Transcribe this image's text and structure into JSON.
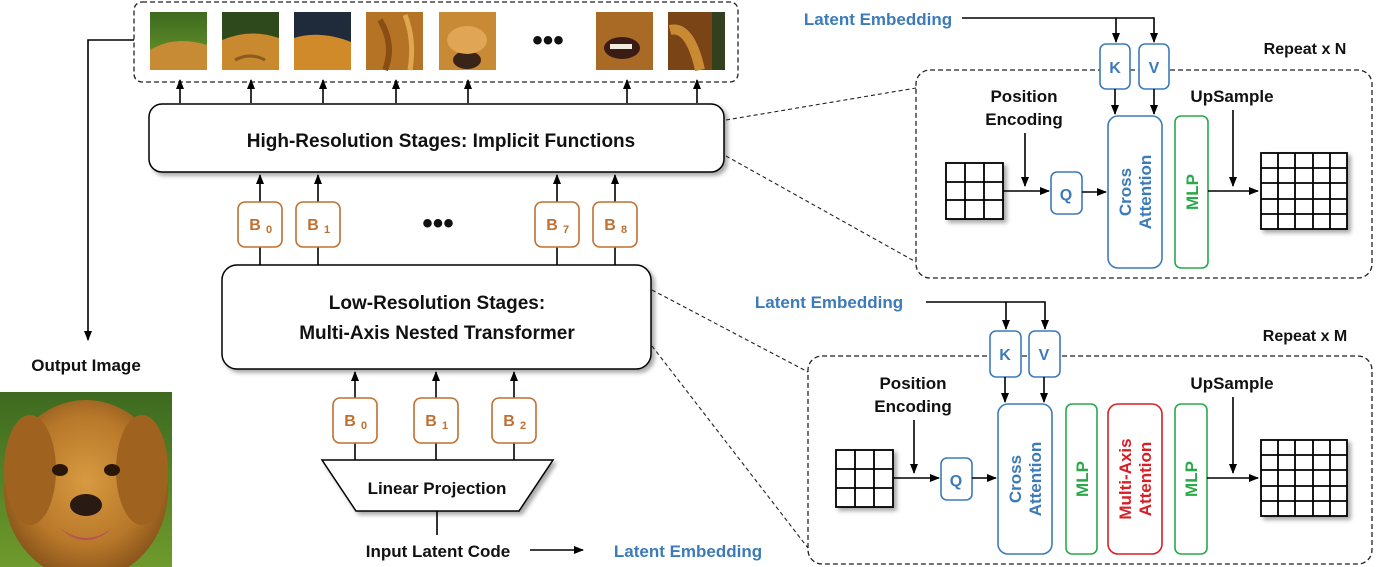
{
  "output_image_label": "Output Image",
  "high_res_stage_label": "High-Resolution Stages: Implicit Functions",
  "low_res_stage_label_line1": "Low-Resolution Stages:",
  "low_res_stage_label_line2": "Multi-Axis Nested Transformer",
  "linear_projection_label": "Linear Projection",
  "input_latent_code_label": "Input Latent Code",
  "latent_embedding_label": "Latent Embedding",
  "block_letter": "B",
  "high_res_blocks": [
    "0",
    "1",
    "7",
    "8"
  ],
  "low_res_blocks": [
    "0",
    "1",
    "2"
  ],
  "ellipsis": "•••",
  "top_detail": {
    "repeat_label": "Repeat x N",
    "latent_embedding_label": "Latent Embedding",
    "position_encoding_line1": "Position",
    "position_encoding_line2": "Encoding",
    "upsample_label": "UpSample",
    "k_label": "K",
    "v_label": "V",
    "q_label": "Q",
    "cross_attention_line1": "Cross",
    "cross_attention_line2": "Attention",
    "mlp_label": "MLP"
  },
  "bottom_detail": {
    "repeat_label": "Repeat x M",
    "latent_embedding_label": "Latent Embedding",
    "position_encoding_line1": "Position",
    "position_encoding_line2": "Encoding",
    "upsample_label": "UpSample",
    "k_label": "K",
    "v_label": "V",
    "q_label": "Q",
    "cross_attention_line1": "Cross",
    "cross_attention_line2": "Attention",
    "mlp1_label": "MLP",
    "multi_axis_line1": "Multi-Axis",
    "multi_axis_line2": "Attention",
    "mlp2_label": "MLP"
  },
  "colors": {
    "blue": "#3d7bb8",
    "orange": "#c07030",
    "green": "#2aa84a",
    "red": "#d81f26"
  }
}
